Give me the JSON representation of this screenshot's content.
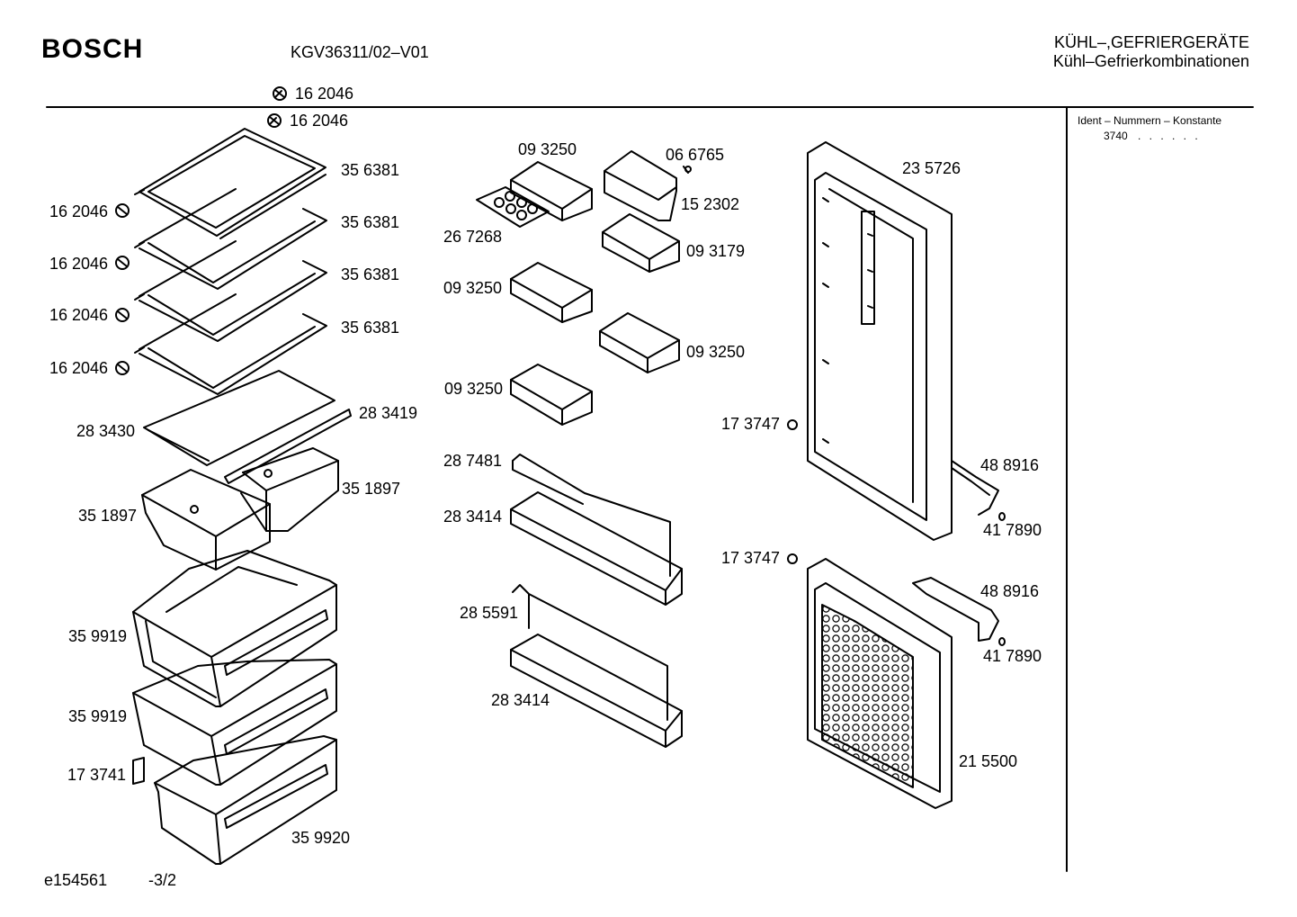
{
  "header": {
    "brand": "BOSCH",
    "model": "KGV36311/02–V01",
    "category_line1": "KÜHL–,GEFRIERGERÄTE",
    "category_line2": "Kühl–Gefrierkombinationen"
  },
  "ident": {
    "title": "Ident – Nummern – Konstante",
    "value": "3740",
    "dots": ". . . . . ."
  },
  "footer": {
    "code": "e154561",
    "page": "-3/2"
  },
  "parts": {
    "p01": "16 2046",
    "p02": "16 2046",
    "p03": "35 6381",
    "p04": "16 2046",
    "p05": "35 6381",
    "p06": "16 2046",
    "p07": "35 6381",
    "p08": "16 2046",
    "p09": "35 6381",
    "p10": "16 2046",
    "p11": "28 3419",
    "p12": "28 3430",
    "p13": "35 1897",
    "p14": "35 1897",
    "p15": "35 9919",
    "p16": "35 9919",
    "p17": "17 3741",
    "p18": "35 9920",
    "p19": "09 3250",
    "p20": "06 6765",
    "p21": "15 2302",
    "p22": "26 7268",
    "p23": "09 3179",
    "p24": "09 3250",
    "p25": "09 3250",
    "p26": "09 3250",
    "p27": "28 7481",
    "p28": "28 3414",
    "p29": "28 5591",
    "p30": "28 3414",
    "p31": "23 5726",
    "p32": "17 3747",
    "p33": "48 8916",
    "p34": "41 7890",
    "p35": "17 3747",
    "p36": "48 8916",
    "p37": "41 7890",
    "p38": "21 5500"
  }
}
